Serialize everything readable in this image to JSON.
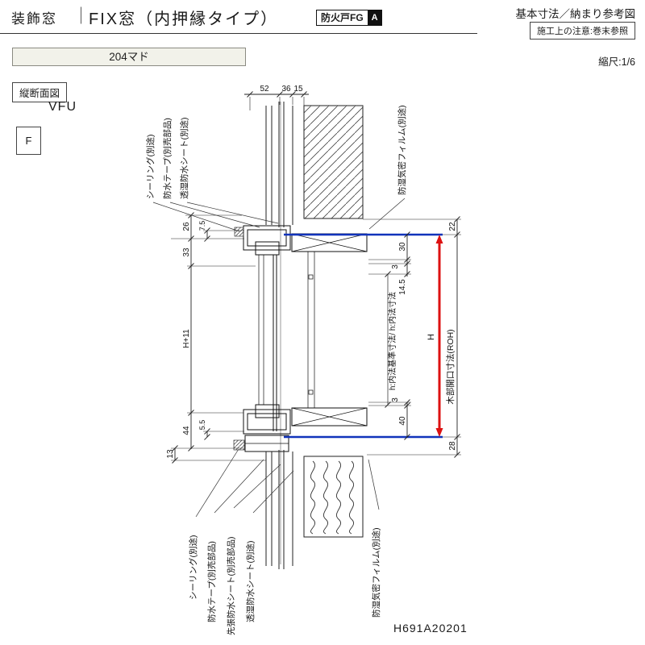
{
  "header": {
    "category": "装飾窓",
    "separator": "｜",
    "title": "FIX窓（内押縁タイプ）",
    "fire_badge": "防火戸FG",
    "fire_badge_mark": "A",
    "right_title": "基本寸法／納まり参考図",
    "right_note": "施工上の注意:巻末参照"
  },
  "subheader": {
    "model": "204マド",
    "scale": "縮尺:1/6"
  },
  "side": {
    "view_label": "縦断面図",
    "cell_mark": "F",
    "code": "VFU"
  },
  "drawing": {
    "number": "H691A20201",
    "dims_top": [
      "52",
      "36",
      "15"
    ],
    "dims_left": {
      "d26": "26",
      "d75": "7.5",
      "d33": "33",
      "dH11": "H+11",
      "d55": "5.5",
      "d44": "44",
      "d13": "13"
    },
    "dims_right": {
      "d22": "22",
      "d30": "30",
      "d3a": "3",
      "d145": "14.5",
      "dH": "H",
      "d40": "40",
      "d3b": "3",
      "d28": "28"
    },
    "labels_top": {
      "sealing": "シーリング(別途)",
      "tape": "防水テープ(別売部品)",
      "sheet": "透湿防水シート(別途)",
      "film": "防湿気密フィルム(別途)"
    },
    "labels_bottom": {
      "sealing": "シーリング(別途)",
      "tape": "防水テープ(別売部品)",
      "pre_sheet": "先張防水シート(別売部品)",
      "sheet": "透湿防水シート(別途)",
      "film": "防湿気密フィルム(別途)"
    },
    "axis": {
      "inner": "h:内法基準寸法/ h:内法寸法",
      "roh": "木部開口寸法(ROH)"
    },
    "colors": {
      "opening_line": "#1133bb",
      "height_line": "#dd1111"
    }
  }
}
